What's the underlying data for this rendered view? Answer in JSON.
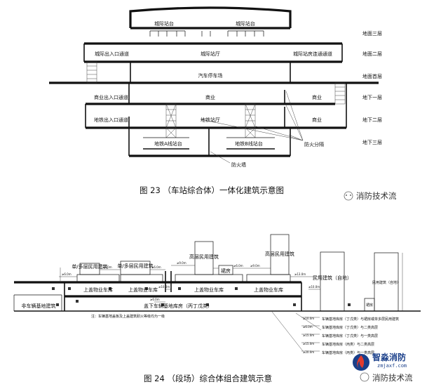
{
  "fig23": {
    "caption": "图 23 （车站综合体）一体化建筑示意图",
    "watermark": "消防技术流",
    "floors": {
      "f3": "地面三层",
      "f2": "地面二层",
      "f1": "地面首层",
      "b1": "地下一层",
      "b2": "地下二层",
      "b3": "地下三层"
    },
    "rooms": {
      "intercity_platform_l": "城际站台",
      "intercity_platform_r": "城际站台",
      "intercity_exit_passage": "城际出入口通道",
      "intercity_hall": "城际站厅",
      "intercity_link_passage": "城际站房连通通道",
      "car_parking": "汽车停车场",
      "commercial_exit_passage": "商业出入口通道",
      "commercial_center": "商业",
      "commercial_right": "商业",
      "metro_exit_passage": "地铁出入口通道",
      "metro_hall": "地铁站厅",
      "commercial_b2": "商业",
      "metro_a_platform": "地铁A线站台",
      "metro_b_platform": "地铁B线站台"
    },
    "annotations": {
      "fire_separation": "防火分隔",
      "fire_wall": "防火墙"
    }
  },
  "fig24": {
    "caption": "图 24 （段场）综合体组合建筑示意",
    "watermark": "消防技术流",
    "buildings": {
      "low_multi": "单/多层民用建筑",
      "low_multi_2": "单/多层民用建筑",
      "highrise_1": "高层民用建筑",
      "podium": "裙房",
      "highrise_2": "高层民用建筑",
      "civil_standalone": "民用建筑（自地）",
      "civil_standalone_2": "民用建筑（自地）",
      "podium_2": "裙房"
    },
    "garages": {
      "upper_1": "上盖物业车库",
      "upper_2": "上盖物业车库",
      "upper_3": "上盖物业车库",
      "upper_4": "上盖物业车库",
      "non_vehicle": "非车辆基地建筑",
      "vehicle_base": "盖下车辆基地库房（丙丁戊类）"
    },
    "dims": {
      "d1": "≥6.0m",
      "d2": "≥6.0m",
      "d3": "≥6.0m",
      "d4": "≥9.0m",
      "d5": "≥6.0m",
      "d6": "≥9.0m",
      "d7": "≥13.0m",
      "d8": "≥10.0m",
      "d9": "≥10.0m",
      "d10": "≥6.0m"
    },
    "note": "注：车辆基地盖板及上盖建筑耐火等级均为一级",
    "legend": [
      {
        "dim": "≥10.0m",
        "text": "车辆基地库房（丁戊类）与裙房或单多层民用建筑"
      },
      {
        "dim": "≥6.0m",
        "text": "车辆基地库房（丁戊类）与二类高层"
      },
      {
        "dim": "≥15.0m",
        "text": "车辆基地库房（丁戊类）与一类高层"
      },
      {
        "dim": "≥15.0m",
        "text": "车辆基地库房（丙类）与二类高层"
      },
      {
        "dim": "≥20.0m",
        "text": "车辆基地库房（丙类）与一类高层"
      }
    ]
  },
  "logo": {
    "title": "智淼消防",
    "url": "zmjaxf.com",
    "subtitle": "消防技术流"
  }
}
